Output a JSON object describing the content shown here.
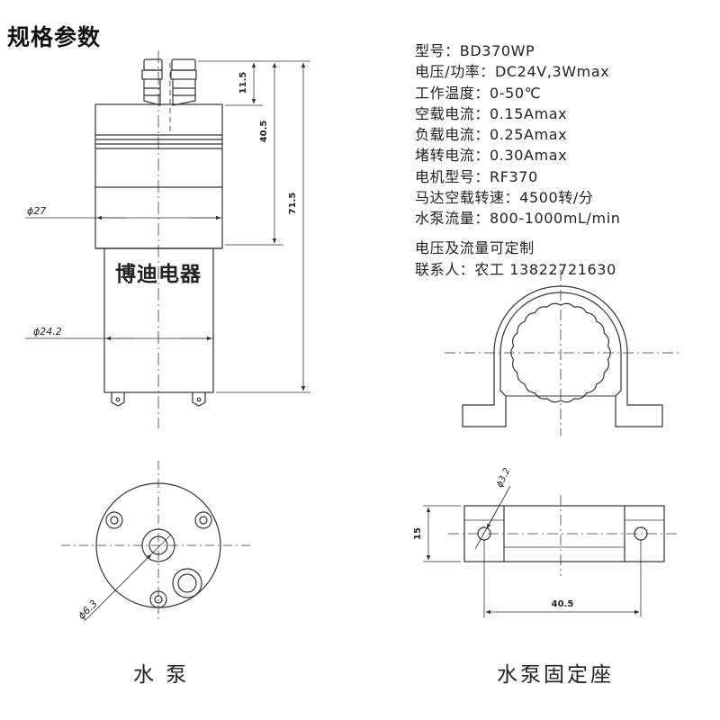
{
  "title": "规格参数",
  "specs": [
    "型号：BD370WP",
    "电压/功率：DC24V,3Wmax",
    "工作温度：0-50℃",
    "空载电流：0.15Amax",
    "负载电流：0.25Amax",
    "堵转电流：0.30Amax",
    "电机型号：RF370",
    "马达空载转速：4500转/分",
    "水泵流量：800-1000mL/min"
  ],
  "notes": [
    "电压及流量可定制",
    "联系人：农工 13822721630"
  ],
  "drawing": {
    "brand": "博迪电器",
    "dim_11_5": "11.5",
    "dim_40_5": "40.5",
    "dim_71_5": "71.5",
    "dim_phi27": "ϕ27",
    "dim_phi24_2": "ϕ24.2",
    "dim_phi6_3": "ϕ6.3",
    "dim_phi3_2": "ϕ3.2",
    "dim_15": "15",
    "dim_bracket_40_5": "40.5"
  },
  "captions": {
    "pump": "水 泵",
    "bracket": "水泵固定座"
  },
  "colors": {
    "line": "#333333",
    "text": "#222222"
  }
}
